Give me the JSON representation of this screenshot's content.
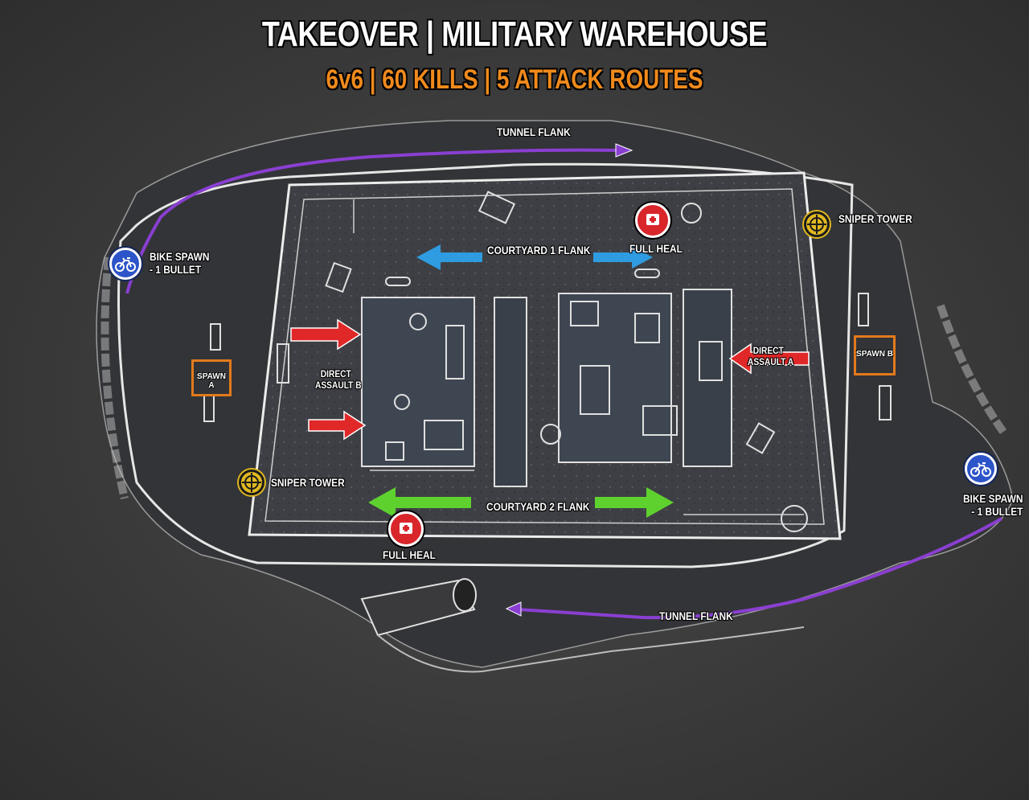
{
  "title": "TAKEOVER | MILITARY WAREHOUSE",
  "subtitle": "6v6  |  60 KILLS  |  5 ATTACK ROUTES",
  "labels": {
    "tunnel_flank_top": "TUNNEL FLANK",
    "tunnel_flank_bottom": "TUNNEL FLANK",
    "courtyard1_flank": "COURTYARD 1 FLANK",
    "courtyard2_flank": "COURTYARD 2 FLANK",
    "full_heal_top": "FULL HEAL",
    "full_heal_bottom": "FULL HEAL",
    "sniper_tower_right": "SNIPER TOWER",
    "sniper_tower_left": "SNIPER TOWER",
    "bike_spawn_left_line1": "BIKE SPAWN",
    "bike_spawn_left_line2": "- 1 BULLET",
    "bike_spawn_right_line1": "BIKE SPAWN",
    "bike_spawn_right_line2": "- 1 BULLET",
    "spawn_a": "SPAWN A",
    "spawn_b": "SPAWN B",
    "direct_assault_b_line1": "DIRECT",
    "direct_assault_b_line2": "ASSAULT B",
    "direct_assault_a_line1": "DIRECT",
    "direct_assault_a_line2": "ASSAULT A"
  },
  "icons": {
    "heal": "medkit-icon",
    "sniper": "crosshair-icon",
    "bike": "motorbike-icon"
  },
  "colors": {
    "title": "#ffffff",
    "subtitle": "#f08a1c",
    "tunnel_route": "#8a3fd1",
    "courtyard1_route": "#2f9be0",
    "courtyard2_route": "#5fd12f",
    "direct_assault_route": "#e02828",
    "heal": "#d8262b",
    "sniper": "#e0b820",
    "bike": "#2d55c9",
    "spawn": "#e27a1c"
  }
}
